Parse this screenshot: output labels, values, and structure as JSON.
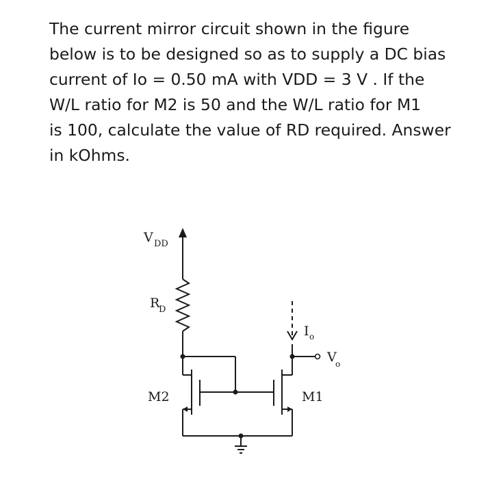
{
  "question": {
    "lines": [
      "The current mirror circuit shown in the figure",
      "below is to be designed so as to supply a DC bias",
      "current of Io = 0.50 mA with VDD = 3 V . If the",
      "W/L ratio for M2 is 50 and the W/L ratio for M1",
      "is 100, calculate the value of RD required. Answer",
      "in kOhms."
    ]
  },
  "circuit": {
    "vdd_label": "V",
    "vdd_sub": "DD",
    "rd_label": "R",
    "rd_sub": "D",
    "io_label": "I",
    "io_sub": "o",
    "vo_label": "V",
    "vo_sub": "o",
    "m2_label": "M2",
    "m1_label": "M1",
    "wire_color": "#1a1a1a"
  }
}
